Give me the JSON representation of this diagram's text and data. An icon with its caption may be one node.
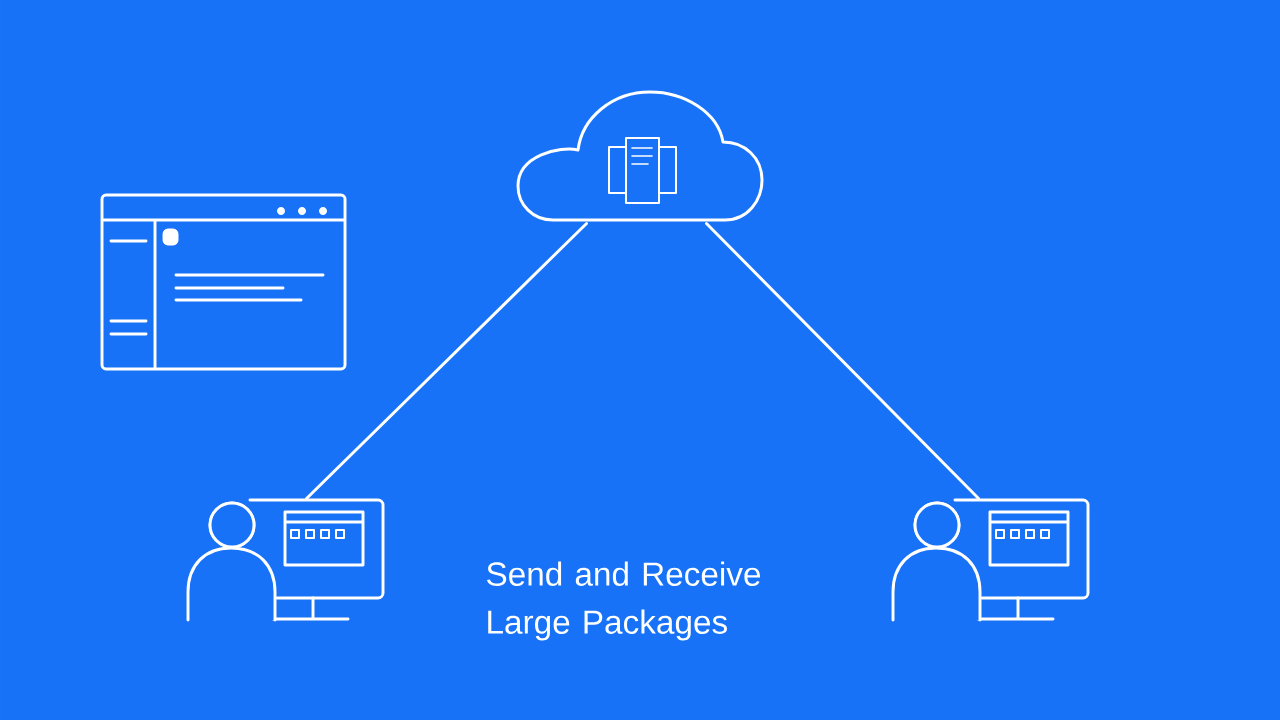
{
  "diagram": {
    "nodes": [
      {
        "text": [],
        "shape": "cloud"
      },
      {
        "text": [],
        "shape": "person"
      },
      {
        "text": [],
        "shape": "person"
      }
    ],
    "edges": [
      {
        "from": 0,
        "to": 1,
        "arrow": "none"
      },
      {
        "from": 0,
        "to": 2,
        "arrow": "none"
      }
    ],
    "labels": [
      "Send and Receive Large Packages"
    ]
  }
}
